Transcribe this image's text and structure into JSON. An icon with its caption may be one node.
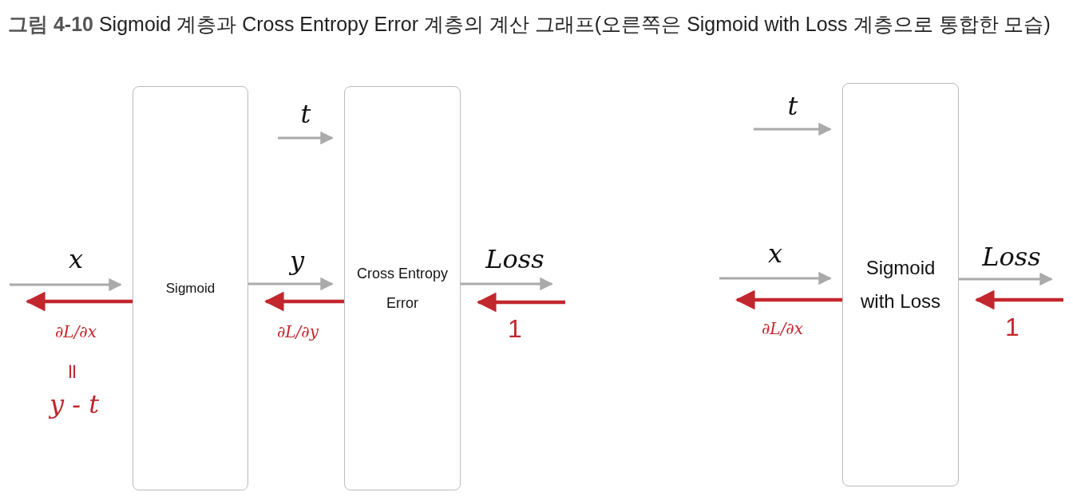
{
  "diagram": {
    "title": "**그림 4-10** Sigmoid 계층과 Cross Entropy Error 계층의 계산 그래프(오른쪽은 Sigmoid with Loss 계층으로 통합한 모습)",
    "nodes": [
      {
        "text": [
          "Sigmoid"
        ]
      },
      {
        "text": [
          "Cross Entropy Error"
        ]
      },
      {
        "text": [
          "Sigmoid with Loss"
        ]
      }
    ],
    "edges": [
      {
        "from": null,
        "to": 0,
        "arrow": "to",
        "label": "x"
      },
      {
        "from": 0,
        "to": null,
        "arrow": "to",
        "label": "∂L/∂x",
        "color": "#c1272d"
      },
      {
        "from": 0,
        "to": 1,
        "arrow": "to",
        "label": "y"
      },
      {
        "from": 1,
        "to": 0,
        "arrow": "to",
        "label": "∂L/∂y",
        "color": "#c1272d"
      },
      {
        "from": null,
        "to": 1,
        "arrow": "to",
        "label": "t"
      },
      {
        "from": 1,
        "to": null,
        "arrow": "to",
        "label": "Loss"
      },
      {
        "from": null,
        "to": 1,
        "arrow": "to",
        "label": "1",
        "color": "#c1272d"
      },
      {
        "from": null,
        "to": 2,
        "arrow": "to",
        "label": "t"
      },
      {
        "from": null,
        "to": 2,
        "arrow": "to",
        "label": "x"
      },
      {
        "from": 2,
        "to": null,
        "arrow": "to",
        "label": "∂L/∂x",
        "color": "#c1272d"
      },
      {
        "from": 2,
        "to": null,
        "arrow": "to",
        "label": "Loss"
      },
      {
        "from": null,
        "to": 2,
        "arrow": "to",
        "label": "1",
        "color": "#c1272d"
      }
    ],
    "labels": [
      "=",
      "y - t"
    ]
  }
}
